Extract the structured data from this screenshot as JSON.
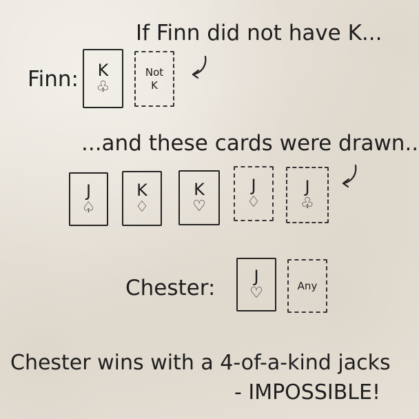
{
  "scenario": {
    "line1": "If Finn did not have K...",
    "finn_label": "Finn:",
    "finn_cards": [
      {
        "rank": "K",
        "suit": "♧",
        "style": "solid"
      },
      {
        "note_line1": "Not",
        "note_line2": "K",
        "style": "dashed"
      }
    ],
    "line2": "...and these cards were drawn...",
    "drawn_cards": [
      {
        "rank": "J",
        "suit": "♤",
        "style": "solid"
      },
      {
        "rank": "K",
        "suit": "♢",
        "style": "solid"
      },
      {
        "rank": "K",
        "suit": "♡",
        "style": "solid"
      },
      {
        "rank": "J",
        "suit": "♢",
        "style": "dashed"
      },
      {
        "rank": "J",
        "suit": "♧",
        "style": "dashed"
      }
    ],
    "chester_label": "Chester:",
    "chester_cards": [
      {
        "rank": "J",
        "suit": "♡",
        "style": "solid"
      },
      {
        "note": "Any",
        "style": "dashed"
      }
    ],
    "conclusion_line1": "Chester wins with a 4-of-a-kind jacks",
    "conclusion_line2": "- IMPOSSIBLE!"
  }
}
